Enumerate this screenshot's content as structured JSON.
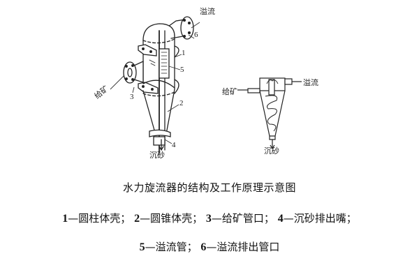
{
  "figure": {
    "left_diagram": {
      "labels": {
        "overflow": "溢流",
        "feed": "给矿",
        "underflow": "沉砂"
      },
      "part_numbers": [
        "1",
        "2",
        "3",
        "4",
        "5",
        "6"
      ]
    },
    "right_diagram": {
      "labels": {
        "overflow": "溢流",
        "feed": "给矿",
        "underflow": "沉砂"
      }
    }
  },
  "caption": {
    "title": "水力旋流器的结构及工作原理示意图",
    "legend": [
      {
        "num": "1",
        "text": "圆柱体壳"
      },
      {
        "num": "2",
        "text": "圆锥体壳"
      },
      {
        "num": "3",
        "text": "给矿管口"
      },
      {
        "num": "4",
        "text": "沉砂排出嘴"
      },
      {
        "num": "5",
        "text": "溢流管"
      },
      {
        "num": "6",
        "text": "溢流排出管口"
      }
    ],
    "separator": "—",
    "delimiter": "；"
  }
}
